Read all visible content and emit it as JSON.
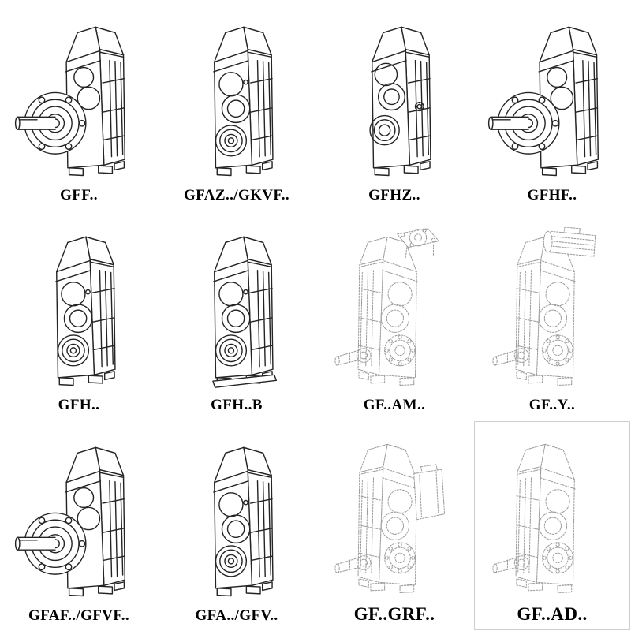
{
  "colors": {
    "line": "#242424",
    "faded_line": "#9b9b9b",
    "background": "#ffffff",
    "label_text": "#000000"
  },
  "grid": {
    "rows": 3,
    "columns": 4,
    "items": [
      {
        "label": "GFF..",
        "drawing": "flange-output-gearbox"
      },
      {
        "label": "GFAZ../GKVF..",
        "drawing": "hollow-shaft-gearbox"
      },
      {
        "label": "GFHZ..",
        "drawing": "shaft-mounted-gearbox"
      },
      {
        "label": "GFHF..",
        "drawing": "flange-output-gearbox"
      },
      {
        "label": "GFH..",
        "drawing": "hollow-shaft-gearbox"
      },
      {
        "label": "GFH..B",
        "drawing": "hollow-shaft-gearbox-base"
      },
      {
        "label": "GF..AM..",
        "drawing": "gearbox-with-motor-flange-faded"
      },
      {
        "label": "GF..Y..",
        "drawing": "gearbox-with-motor-faded"
      },
      {
        "label": "GFAF../GFVF..",
        "drawing": "flange-output-gearbox"
      },
      {
        "label": "GFA../GFV..",
        "drawing": "hollow-shaft-gearbox"
      },
      {
        "label": "GF..GRF..",
        "drawing": "gearbox-with-adapter-faded"
      },
      {
        "label": "GF..AD..",
        "drawing": "gearbox-with-input-shaft-faded"
      }
    ]
  }
}
